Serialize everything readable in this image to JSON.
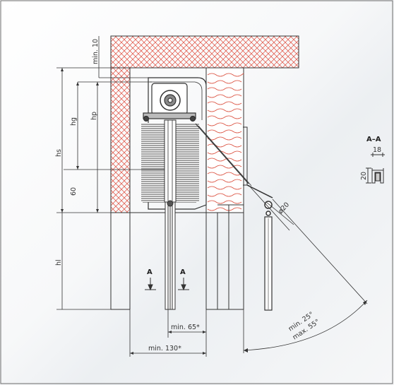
{
  "labels": {
    "min10": "min. 10",
    "hg": "hg",
    "hp": "hp",
    "hs": "hs",
    "d60": "60",
    "hl": "hl",
    "sectionA_left": "A",
    "sectionA_right": "A",
    "min65": "min. 65*",
    "min130": "min. 130*",
    "dia20": "ø20",
    "min25": "min. 25°",
    "max55": "max. 55°",
    "sectionTitle": "A–A",
    "w18": "18",
    "h20": "20"
  },
  "colors": {
    "line": "#333333",
    "hatch": "#e04a3a",
    "wood": "#d94836",
    "frame": "#555555"
  }
}
